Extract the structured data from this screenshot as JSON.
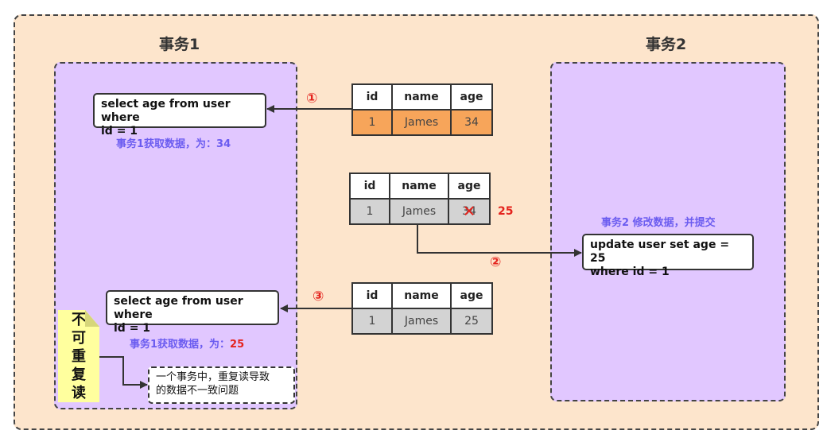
{
  "transaction1": {
    "title": "事务1",
    "query1": "select age from user where\nid = 1",
    "result1_label": "事务1获取数据，为：",
    "result1_value": "34",
    "query2": "select age from user where\nid = 1",
    "result2_label": "事务1获取数据，为：",
    "result2_value": "25"
  },
  "transaction2": {
    "title": "事务2",
    "note": "事务2 修改数据，并提交",
    "update": "update user set age = 25\nwhere id = 1"
  },
  "table_headers": [
    "id",
    "name",
    "age"
  ],
  "table1_row": [
    "1",
    "James",
    "34"
  ],
  "table2_row": [
    "1",
    "James",
    "34"
  ],
  "table2_new_age": "25",
  "table3_row": [
    "1",
    "James",
    "25"
  ],
  "steps": [
    "①",
    "②",
    "③"
  ],
  "sticky_note": [
    "不",
    "可",
    "重",
    "复",
    "读"
  ],
  "explanation": "一个事务中，重复读导致\n的数据不一致问题",
  "colors": {
    "background": "#fde5cc",
    "panel": "#e1c7ff",
    "row_orange": "#f7a55a",
    "row_grey": "#d3d3d3",
    "accent_red": "#e4231d",
    "note_purple": "#6b5cf0",
    "sticky_yellow": "#ffff9e"
  }
}
